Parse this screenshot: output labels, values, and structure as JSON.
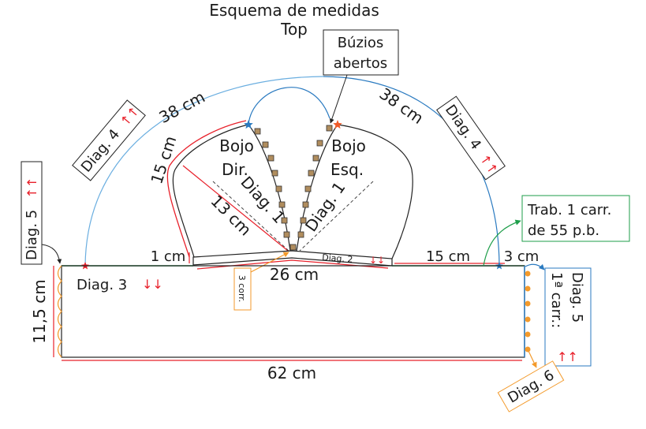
{
  "title": "Esquema de medidas",
  "subtitle": "Top",
  "labels": {
    "buzios_line1": "Búzios",
    "buzios_line2": "abertos",
    "arc_left": "38 cm",
    "arc_right": "38 cm",
    "diag4_left": "Diag. 4",
    "diag4_right": "Diag. 4",
    "cup_side": "15 cm",
    "cup_diag": "13 cm",
    "diag1_left": "Diag. 1",
    "diag1_right": "Diag. 1",
    "bojo_dir_1": "Bojo",
    "bojo_dir_2": "Dir.",
    "bojo_esq_1": "Bojo",
    "bojo_esq_2": "Esq.",
    "one_cm": "1 cm",
    "diag2": "Diag. 2",
    "fifteen_cm": "15 cm",
    "three_cm": "3 cm",
    "twentysix_cm": "26 cm",
    "three_corr": "3 corr.",
    "diag3": "Diag. 3",
    "diag5_left": "Diag. 5",
    "height": "11,5 cm",
    "width": "62 cm",
    "trab_line1": "Trab. 1 carr.",
    "trab_line2": "de 55 p.b.",
    "diag5_right_1": "Diag. 5",
    "diag5_right_2": "1ª carr.:",
    "diag6": "Diag. 6",
    "arrows_up": "↑↑",
    "arrows_down": "↓↓"
  },
  "colors": {
    "red": "#e8202a",
    "green": "#1e9e4a",
    "blue": "#2a7ac0",
    "lightblue": "#6aaee0",
    "orange": "#f39a2b",
    "bead": "#b08d5e"
  }
}
